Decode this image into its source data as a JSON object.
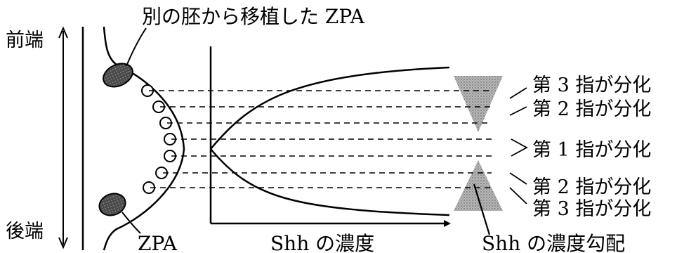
{
  "labels": {
    "anterior": "前端",
    "posterior": "後端",
    "transplanted_zpa": "別の胚から移植した ZPA",
    "zpa": "ZPA",
    "shh_concentration": "Shh の濃度",
    "shh_gradient": "Shh の濃度勾配"
  },
  "digits": [
    {
      "text": "第 3 指が分化"
    },
    {
      "text": "第 2 指が分化"
    },
    {
      "text": "第 1 指が分化"
    },
    {
      "text": "第 2 指が分化"
    },
    {
      "text": "第 3 指が分化"
    }
  ],
  "colors": {
    "line": "#000000",
    "zpa_fill": "#555555",
    "gradient_fill": "#a0a0a0"
  }
}
